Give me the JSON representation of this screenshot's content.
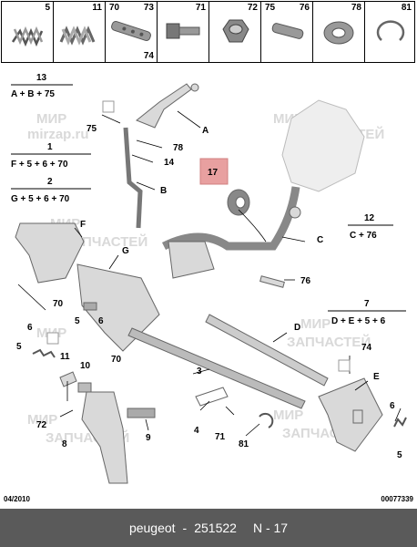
{
  "thumbnails": [
    {
      "ref": "5"
    },
    {
      "ref": "11"
    },
    {
      "ref_a": "70",
      "ref_b": "73",
      "ref_c": "74"
    },
    {
      "ref": "71"
    },
    {
      "ref": "72"
    },
    {
      "ref_a": "75",
      "ref_b": "76"
    },
    {
      "ref": "78"
    },
    {
      "ref": "81"
    }
  ],
  "groups": {
    "g13": {
      "num": "13",
      "formula": "A + B + 75"
    },
    "g1": {
      "num": "1",
      "formula": "F + 5 + 6 + 70"
    },
    "g2": {
      "num": "2",
      "formula": "G + 5 + 6 + 70"
    },
    "g12": {
      "num": "12",
      "formula": "C + 76"
    },
    "g7": {
      "num": "7",
      "formula": "D + E + 5 + 6"
    }
  },
  "callouts": {
    "c75a": "75",
    "c78": "78",
    "c14": "14",
    "cA": "A",
    "cB": "B",
    "c17": "17",
    "cC": "C",
    "cF": "F",
    "cG": "G",
    "c76": "76",
    "c70a": "70",
    "c5a": "5",
    "c6a": "6",
    "c5b": "5",
    "c6b": "6",
    "c70b": "70",
    "cD": "D",
    "c3": "3",
    "c11": "11",
    "c10": "10",
    "c72": "72",
    "c8": "8",
    "c9": "9",
    "c4": "4",
    "c71": "71",
    "c81": "81",
    "c74": "74",
    "cE": "E",
    "c6c": "6",
    "c5c": "5"
  },
  "highlight_color": "#e8a0a0",
  "watermark": [
    "МИР",
    "ЗАПЧАСТЕЙ",
    "mirzap.ru"
  ],
  "footer": {
    "date": "04/2010",
    "code": "00077339"
  },
  "caption": {
    "brand": "peugeot",
    "sep": "-",
    "number": "251522",
    "part": "N - 17"
  }
}
